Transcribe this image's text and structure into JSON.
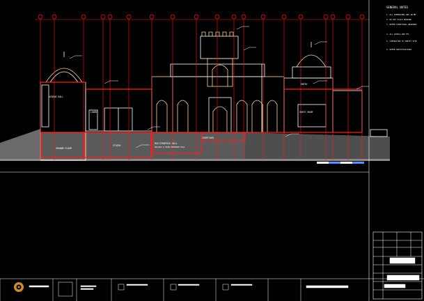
{
  "drawing": {
    "room_labels": [
      {
        "id": "ground",
        "text": "GROUND FLOOR"
      },
      {
        "id": "mid",
        "text": "MULTIPURPOSE HALL"
      },
      {
        "id": "stairs",
        "text": "STAIRS"
      },
      {
        "id": "hall",
        "text": "HALLWAY & MAIN ENTRANCE HALL"
      },
      {
        "id": "courtyard",
        "text": "COURTYARD"
      },
      {
        "id": "lobby",
        "text": "LOBBY"
      },
      {
        "id": "entry",
        "text": "ENTRY"
      },
      {
        "id": "guest",
        "text": "GUEST ROOM"
      },
      {
        "id": "dining",
        "text": "DINING HALL"
      }
    ],
    "notes_heading": "GENERAL NOTES",
    "notes": [
      "1. ALL DIMENSIONS ARE IN MM",
      "2. DO NOT SCALE DRAWING",
      "3. REFER STRUCTURAL DRAWINGS",
      "4. ALL LEVELS ARE FFL",
      "5. CONTRACTOR TO VERIFY SITE",
      "6. REFER SPECIFICATIONS"
    ]
  },
  "colors": {
    "background": "#000000",
    "grid": "#ff1c1c",
    "building": "#ffffff",
    "detail": "#ffd5a8",
    "frame": "#ffffff",
    "dim": "#5f8dff"
  },
  "icons": [
    "logo-icon"
  ]
}
